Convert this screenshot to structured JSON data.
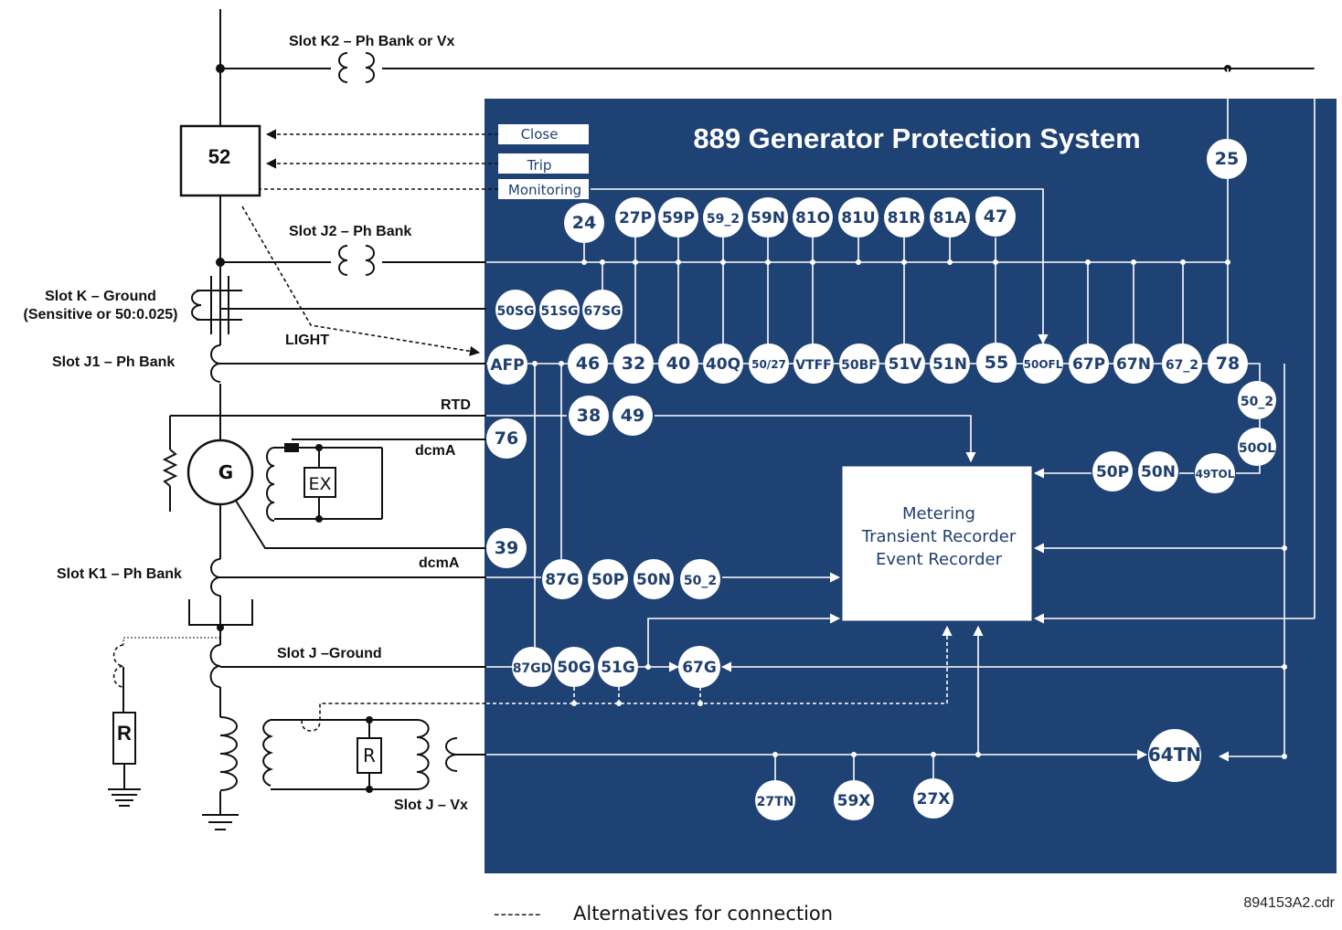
{
  "title": "889 Generator Protection System",
  "buttons": {
    "close": "Close",
    "trip": "Trip",
    "monitoring": "Monitoring"
  },
  "breaker_label": "52",
  "generator_label": "G",
  "exciter_label": "EX",
  "resistor_label": "R",
  "slot_labels": {
    "k2": "Slot K2 – Ph Bank or Vx",
    "j2": "Slot J2 – Ph Bank",
    "k_ground": "Slot K – Ground",
    "k_ground_sub": "(Sensitive or 50:0.025)",
    "j1": "Slot  J1 – Ph Bank",
    "k1": "Slot K1 – Ph Bank",
    "j_ground": "Slot J –Ground",
    "j_vx": "Slot J – Vx"
  },
  "signal_labels": {
    "light": "LIGHT",
    "rtd": "RTD",
    "dcma1": "dcmA",
    "dcma2": "dcmA"
  },
  "metering_lines": [
    "Metering",
    "Transient Recorder",
    "Event Recorder"
  ],
  "legend_text": "Alternatives for connection",
  "legend_dash": "-------",
  "drawing_code": "894153A2.cdr",
  "functions": {
    "f25": "25",
    "row1": [
      "24",
      "27P",
      "59P",
      "59_2",
      "59N",
      "81O",
      "81U",
      "81R",
      "81A",
      "47"
    ],
    "sg": [
      "50SG",
      "51SG",
      "67SG"
    ],
    "row2": [
      "AFP",
      "46",
      "32",
      "40",
      "40Q",
      "50/27",
      "VTFF",
      "50BF",
      "51V",
      "51N",
      "55",
      "50OFL",
      "67P",
      "67N",
      "67_2",
      "78"
    ],
    "right_col": [
      "50_2",
      "50OL"
    ],
    "rtd": [
      "38",
      "49"
    ],
    "f76": "76",
    "f39": "39",
    "meter_in": [
      "50P",
      "50N",
      "49TOL"
    ],
    "k1": [
      "87G",
      "50P",
      "50N",
      "50_2"
    ],
    "jg": [
      "87GD",
      "50G",
      "51G"
    ],
    "f67g": "67G",
    "f64tn": "64TN",
    "vx": [
      "27TN",
      "59X",
      "27X"
    ]
  }
}
